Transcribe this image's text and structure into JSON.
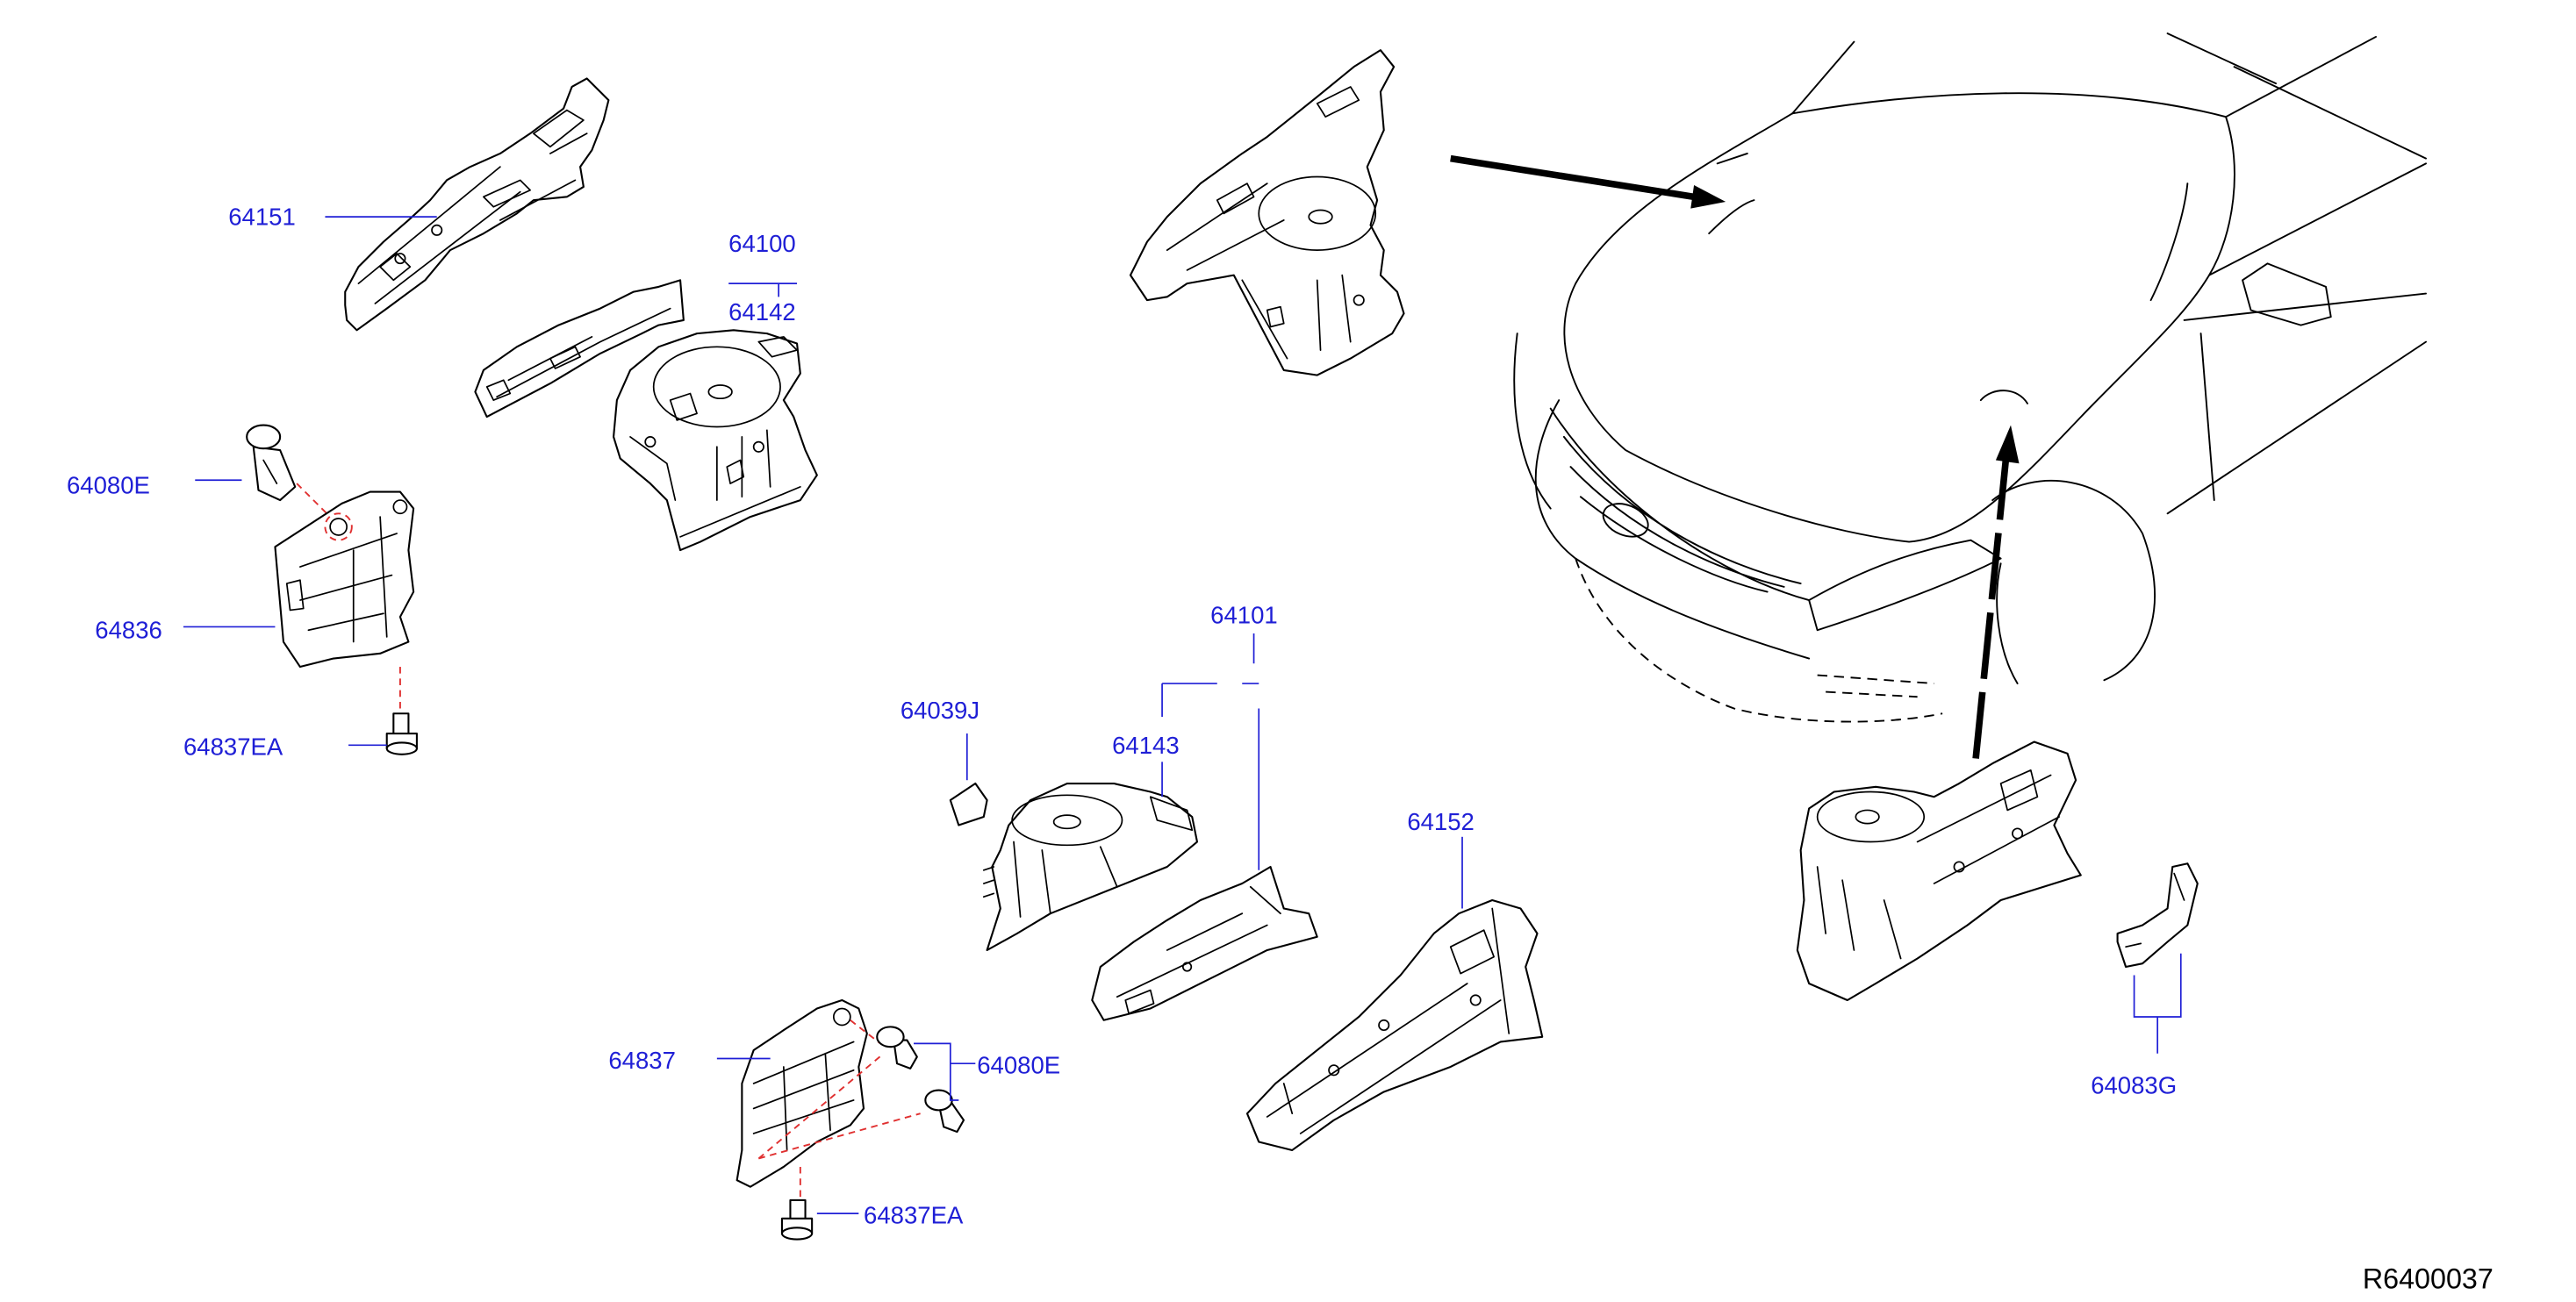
{
  "colors": {
    "callout": "#1f1fd6",
    "line": "#000000",
    "dash": "#e03030"
  },
  "callouts": {
    "c64151": "64151",
    "c64100": "64100",
    "c64142": "64142",
    "c64080E_upper": "64080E",
    "c64836": "64836",
    "c64837EA_upper": "64837EA",
    "c64101": "64101",
    "c64039J": "64039J",
    "c64143": "64143",
    "c64152": "64152",
    "c64837": "64837",
    "c64080E_lower": "64080E",
    "c64837EA_lower": "64837EA",
    "c64083G": "64083G"
  },
  "figure_id": "R6400037"
}
